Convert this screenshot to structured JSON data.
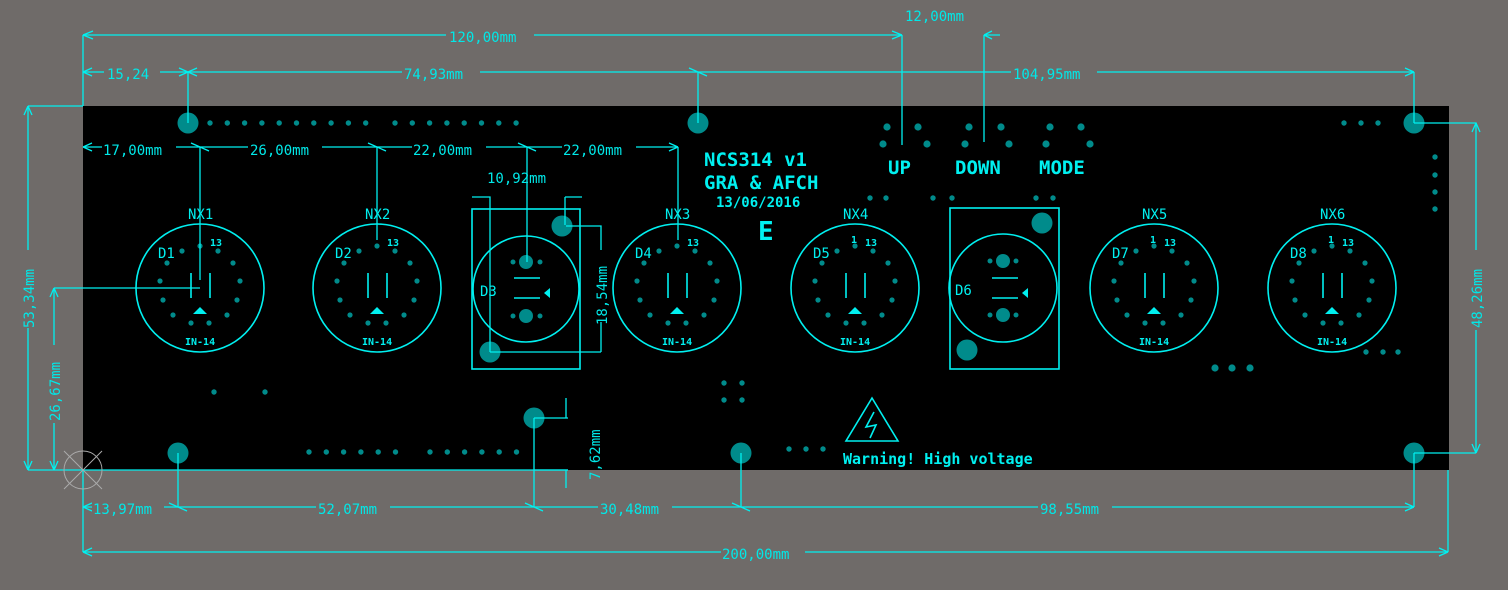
{
  "board": {
    "title": "NCS314 v1",
    "authors": "GRA & AFCH",
    "date": "13/06/2016",
    "logo": "E",
    "warning": "Warning! High voltage",
    "buttons": [
      "UP",
      "DOWN",
      "MODE"
    ]
  },
  "tubes": [
    {
      "ref": "NX1",
      "digit": "D1",
      "type": "IN-14",
      "pin1": "",
      "pin13": "13"
    },
    {
      "ref": "NX2",
      "digit": "D2",
      "type": "IN-14",
      "pin1": "",
      "pin13": "13"
    },
    {
      "ref": "NX3",
      "digit": "D4",
      "type": "IN-14",
      "pin1": "",
      "pin13": "13"
    },
    {
      "ref": "NX4",
      "digit": "D5",
      "type": "IN-14",
      "pin1": "1",
      "pin13": "13"
    },
    {
      "ref": "NX5",
      "digit": "D7",
      "type": "IN-14",
      "pin1": "1",
      "pin13": "13"
    },
    {
      "ref": "NX6",
      "digit": "D8",
      "type": "IN-14",
      "pin1": "1",
      "pin13": "13"
    }
  ],
  "separators": [
    {
      "ref": "D3"
    },
    {
      "ref": "D6"
    }
  ],
  "dimensions": {
    "top_total": "120,00mm",
    "top_button": "12,00mm",
    "top_left_offset": "15,24",
    "top_mid": "74,93mm",
    "top_right": "104,95mm",
    "tube_offset": "17,00mm",
    "tube_pitch_1": "26,00mm",
    "tube_pitch_2": "22,00mm",
    "tube_pitch_3": "22,00mm",
    "separator_width": "10,92mm",
    "separator_height": "18,54mm",
    "left_height": "53,34mm",
    "left_half": "26,67mm",
    "right_height": "48,26mm",
    "bottom_small": "7,62mm",
    "bottom_left": "13,97mm",
    "bottom_mid_1": "52,07mm",
    "bottom_mid_2": "30,48mm",
    "bottom_right": "98,55mm",
    "bottom_total": "200,00mm"
  },
  "colors": {
    "background": "#6f6b69",
    "board": "#000000",
    "silkscreen": "#00f0f0",
    "pad": "#008b8b"
  }
}
